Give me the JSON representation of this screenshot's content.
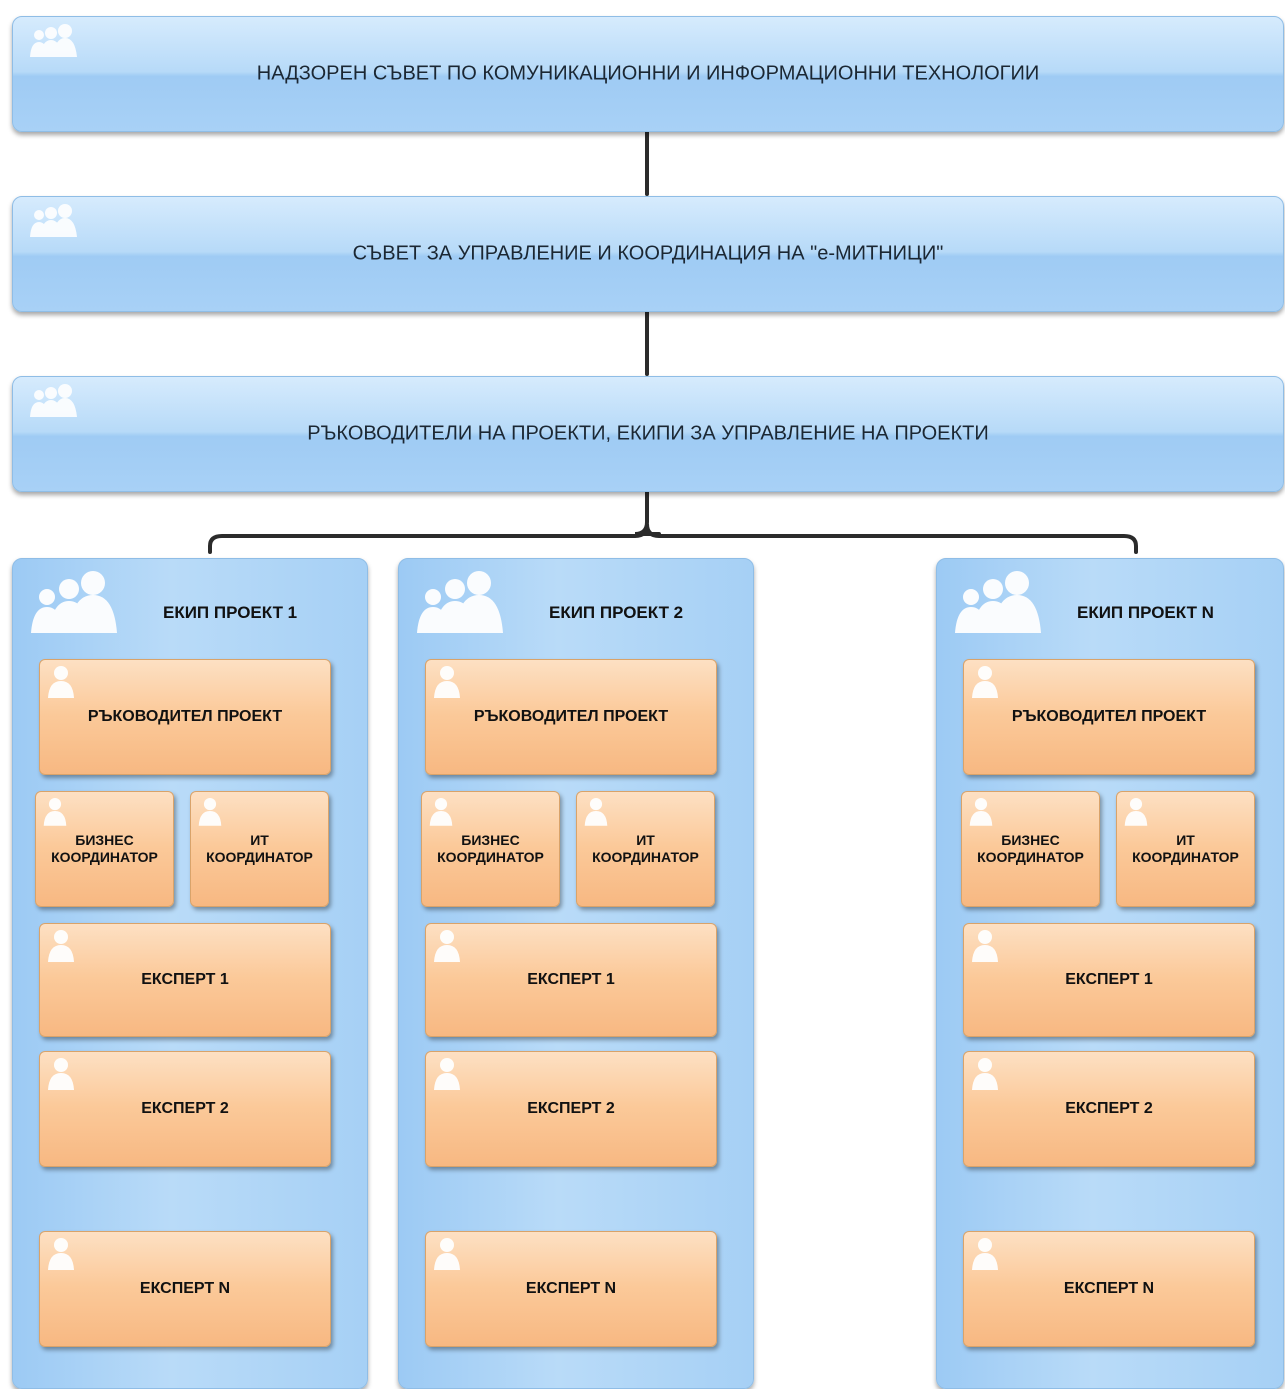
{
  "levels": [
    {
      "title": "НАДЗОРЕН СЪВЕТ ПО КОМУНИКАЦИОННИ И ИНФОРМАЦИОННИ ТЕХНОЛОГИИ"
    },
    {
      "title": "СЪВЕТ ЗА УПРАВЛЕНИЕ И КООРДИНАЦИЯ НА \"е-МИТНИЦИ\""
    },
    {
      "title": "РЪКОВОДИТЕЛИ НА ПРОЕКТИ, ЕКИПИ ЗА УПРАВЛЕНИЕ НА ПРОЕКТИ"
    }
  ],
  "teams": [
    {
      "title": "ЕКИП ПРОЕКТ 1",
      "manager": "РЪКОВОДИТЕЛ ПРОЕКТ",
      "business_coordinator": [
        "БИЗНЕС",
        "КООРДИНАТОР"
      ],
      "it_coordinator": [
        "ИТ",
        "КООРДИНАТОР"
      ],
      "expert_1": "ЕКСПЕРТ 1",
      "expert_2": "ЕКСПЕРТ 2",
      "expert_n": "ЕКСПЕРТ N"
    },
    {
      "title": "ЕКИП ПРОЕКТ 2",
      "manager": "РЪКОВОДИТЕЛ ПРОЕКТ",
      "business_coordinator": [
        "БИЗНЕС",
        "КООРДИНАТОР"
      ],
      "it_coordinator": [
        "ИТ",
        "КООРДИНАТОР"
      ],
      "expert_1": "ЕКСПЕРТ 1",
      "expert_2": "ЕКСПЕРТ 2",
      "expert_n": "ЕКСПЕРТ N"
    },
    {
      "title": "ЕКИП ПРОЕКТ N",
      "manager": "РЪКОВОДИТЕЛ ПРОЕКТ",
      "business_coordinator": [
        "БИЗНЕС",
        "КООРДИНАТОР"
      ],
      "it_coordinator": [
        "ИТ",
        "КООРДИНАТОР"
      ],
      "expert_1": "ЕКСПЕРТ 1",
      "expert_2": "ЕКСПЕРТ 2",
      "expert_n": "ЕКСПЕРТ N"
    }
  ],
  "colors": {
    "level_box": "#b3d7f7",
    "team_column": "#acd3f6",
    "role_card": "#fbc999",
    "connector": "#2b2b2b"
  },
  "icons": {
    "group": "people-group-icon",
    "person": "person-icon"
  }
}
